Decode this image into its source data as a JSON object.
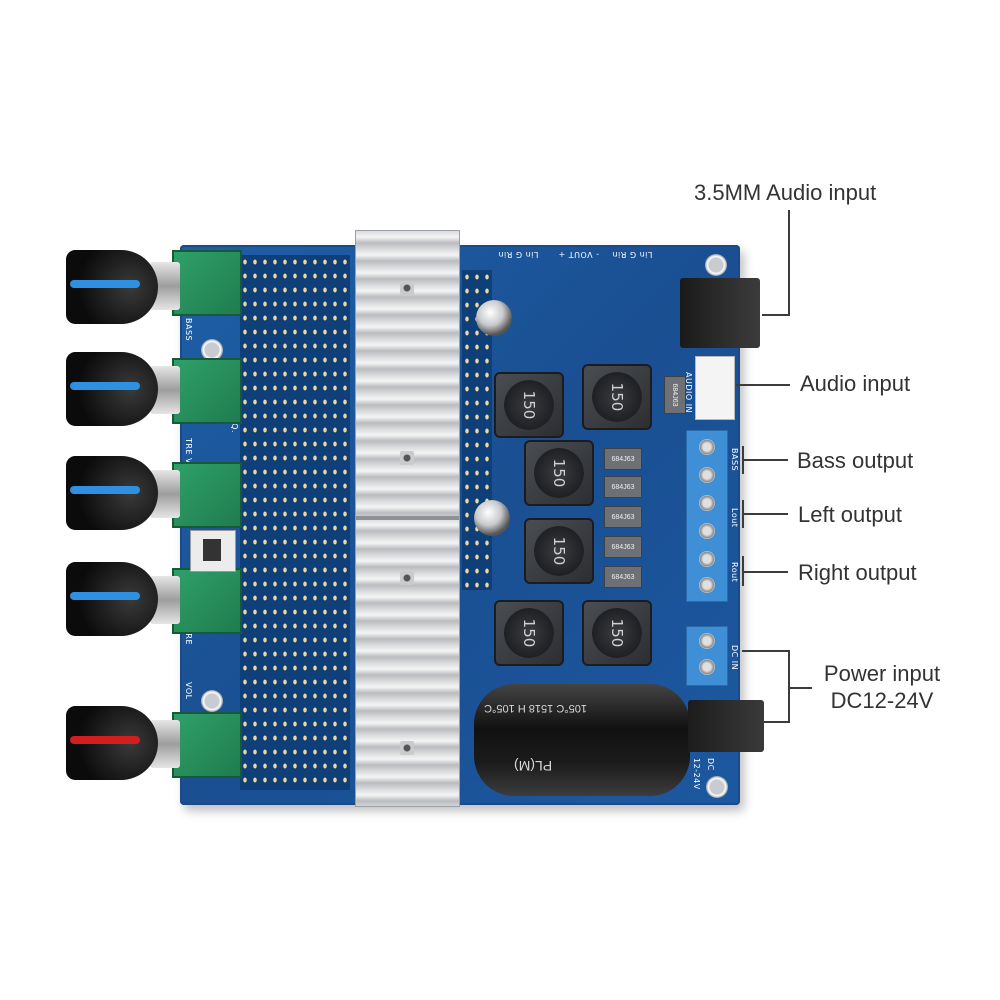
{
  "callouts": {
    "audio_jack": "3.5MM Audio input",
    "audio_input": "Audio input",
    "bass_output": "Bass output",
    "left_output": "Left output",
    "right_output": "Right output",
    "power_input_line1": "Power input",
    "power_input_line2": "DC12-24V"
  },
  "board_labels": {
    "bass": "BASS",
    "frq": "FRQ.",
    "tre_vol": "TRE VOL",
    "tre": "TRE",
    "vol": "VOL",
    "audio_in": "AUDIO IN",
    "bass_term": "BASS",
    "lout": "Lout",
    "rout": "Rout",
    "dc_in": "DC IN",
    "dc_rating_1": "DC",
    "dc_rating_2": "12-24V",
    "header_1": "Lin G Rin",
    "header_2": "- VOUT +",
    "header_3": "Lin G Rin"
  },
  "components": {
    "inductor_marking": "150",
    "chip_marking_1": "684J63",
    "chip_marking_2": "684J63",
    "chip_marking_3": "684J63",
    "chip_marking_4": "684J63",
    "chip_marking_5": "684J63",
    "chip_marking_6": "684J63",
    "big_cap_text": "105°C 1518 H 105°C",
    "big_cap_brand": "PL(M)"
  },
  "knob_colors": {
    "blue": "#2f8fe0",
    "red": "#d11f1f"
  },
  "board_color": "#1c58a0"
}
